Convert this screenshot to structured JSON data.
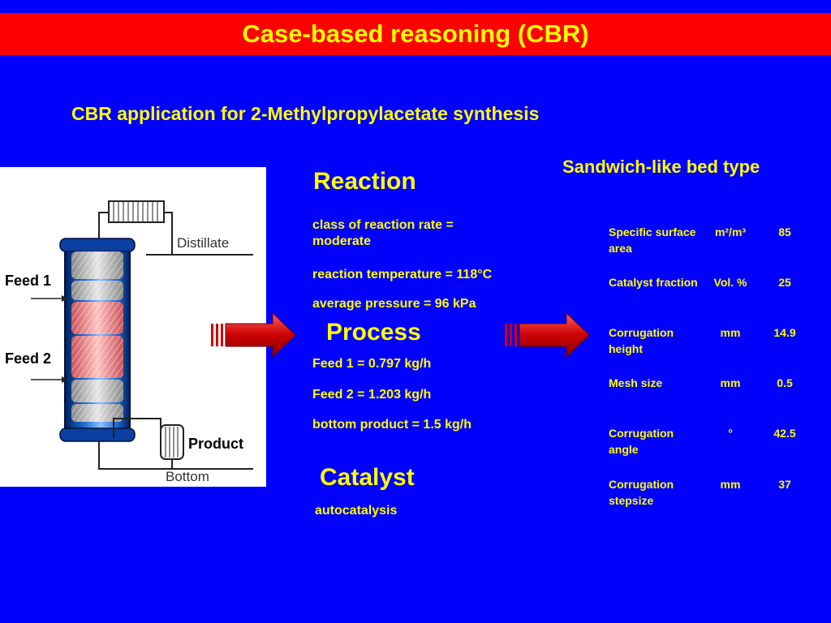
{
  "title": "Case-based reasoning (CBR)",
  "subtitle": "CBR application for  2-Methylpropylacetate synthesis",
  "diagram": {
    "distillate": "Distillate",
    "bottom": "Bottom",
    "feed1": "Feed 1",
    "feed2": "Feed 2",
    "product": "Product"
  },
  "reaction": {
    "heading": "Reaction",
    "items": [
      "class of reaction rate = moderate",
      "reaction temperature = 118°C",
      "average pressure = 96 kPa"
    ]
  },
  "process": {
    "heading": "Process",
    "items": [
      "Feed 1 = 0.797 kg/h",
      "Feed  2 = 1.203 kg/h",
      "bottom product = 1.5 kg/h"
    ]
  },
  "catalyst": {
    "heading": "Catalyst",
    "items": [
      "autocatalysis"
    ]
  },
  "bed": {
    "heading": "Sandwich-like bed type",
    "rows": [
      {
        "name": "Specific surface area",
        "unit": "m²/m³",
        "value": "85"
      },
      {
        "name": "Catalyst fraction",
        "unit": "Vol. %",
        "value": "25"
      },
      {
        "name": "Corrugation height",
        "unit": "mm",
        "value": "14.9"
      },
      {
        "name": "Mesh size",
        "unit": "mm",
        "value": "0.5"
      },
      {
        "name": "Corrugation angle",
        "unit": "°",
        "value": "42.5"
      },
      {
        "name": "Corrugation stepsize",
        "unit": "mm",
        "value": "37"
      }
    ]
  },
  "colors": {
    "background": "#0000ff",
    "title_bar": "#ff0000",
    "text": "#ffff00",
    "arrow": "#e00000"
  }
}
